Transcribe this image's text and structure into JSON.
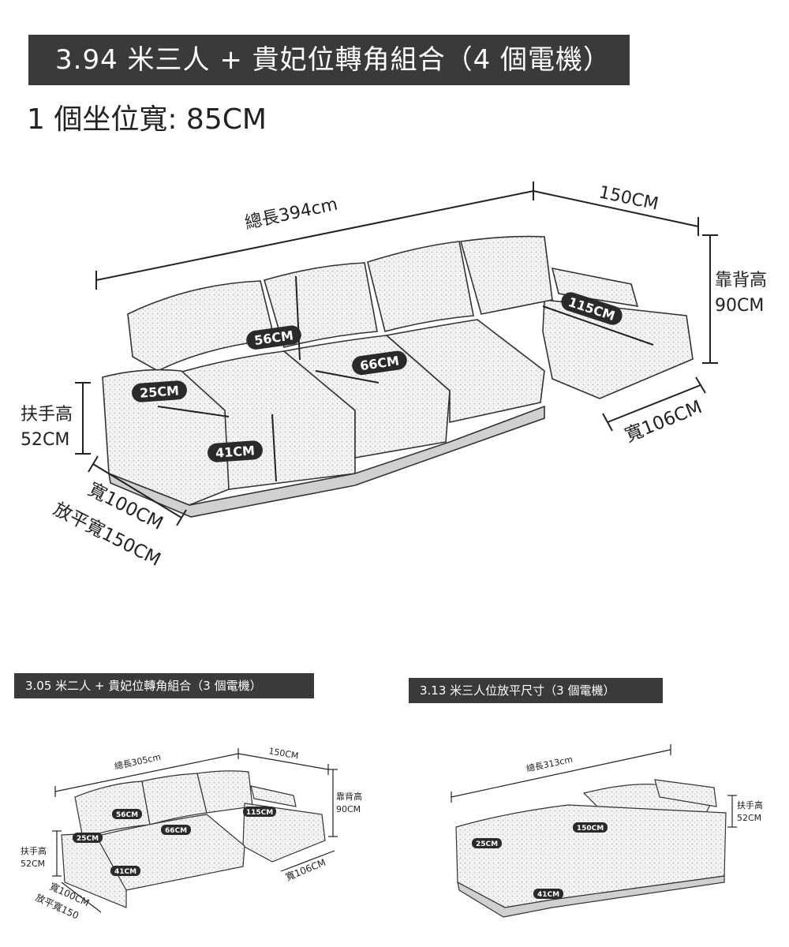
{
  "main": {
    "title": "3.94 米三人 + 貴妃位轉角組合（4 個電機）",
    "seat_width": "1 個坐位寬: 85CM",
    "dims": {
      "total_length": "總長394cm",
      "chaise_width": "150CM",
      "back_height_label": "靠背高",
      "back_height_value": "90CM",
      "armrest_label": "扶手高",
      "armrest_value": "52CM",
      "depth": "寬100CM",
      "flat_width": "放平寬150CM",
      "chaise_depth": "寬106CM",
      "d56": "56CM",
      "d66": "66CM",
      "d25": "25CM",
      "d41": "41CM",
      "d115": "115CM"
    }
  },
  "left_variant": {
    "title": "3.05 米二人 + 貴妃位轉角組合（3 個電機）",
    "dims": {
      "total_length": "總長305cm",
      "chaise_width": "150CM",
      "back_height_label": "靠背高",
      "back_height_value": "90CM",
      "armrest_label": "扶手高",
      "armrest_value": "52CM",
      "depth": "寬100CM",
      "flat_width": "放平寬150",
      "chaise_depth": "寬106CM",
      "d56": "56CM",
      "d66": "66CM",
      "d25": "25CM",
      "d41": "41CM",
      "d115": "115CM"
    }
  },
  "right_variant": {
    "title": "3.13 米三人位放平尺寸（3 個電機）",
    "dims": {
      "total_length": "總長313cm",
      "armrest_label": "扶手高",
      "armrest_value": "52CM",
      "d25": "25CM",
      "d150": "150CM",
      "d41": "41CM"
    }
  },
  "colors": {
    "banner": "#3a3a3a",
    "pill": "#2a2a2a",
    "line": "#222222"
  }
}
